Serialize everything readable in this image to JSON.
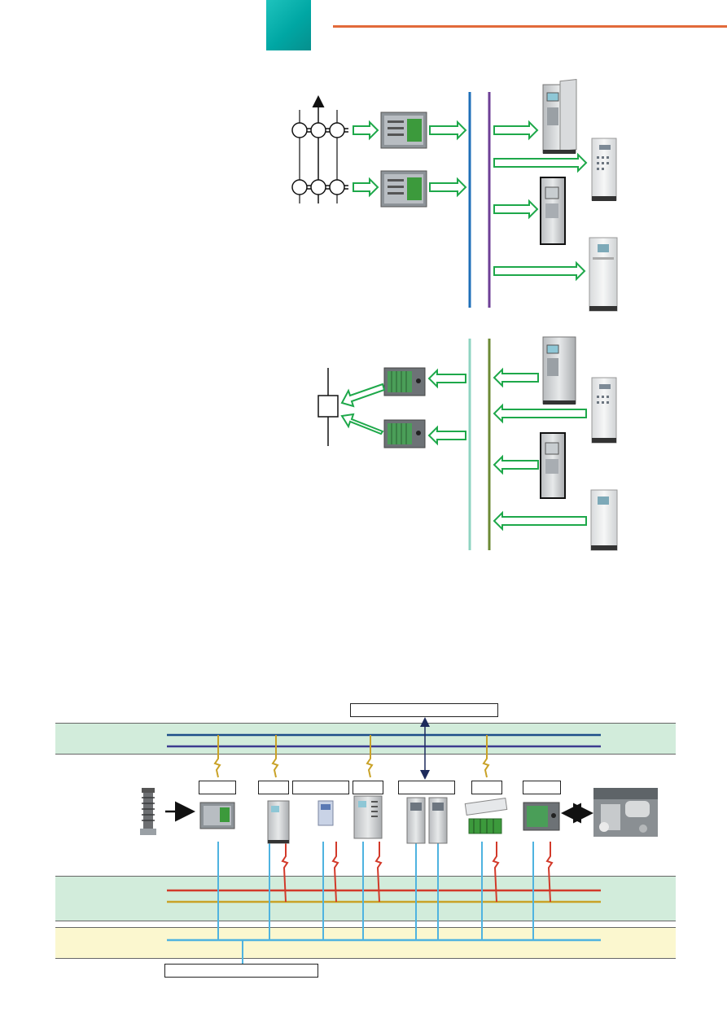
{
  "page": {
    "colors": {
      "accent": "#00a7a4",
      "header_rule": "#e26a3a",
      "arrow_green": "#1ea84a",
      "bus_blue": "#1f6fb8",
      "bus_purple": "#6e3f96",
      "bus_mint": "#8fd4c2",
      "bus_olive": "#6c8a34",
      "network_navy": "#1d4e89",
      "network_indigo": "#3d3c8f",
      "link_cyan": "#4fb3e0",
      "link_red": "#d23a2a",
      "link_gold": "#c9a227",
      "band_green": "#d2ecdb",
      "band_yellow": "#fbf7cf"
    },
    "diagram_top": {
      "label": "",
      "nodes": [
        "current-transformer-1",
        "current-transformer-2",
        "merging-unit-1",
        "merging-unit-2",
        "process-bus",
        "station-bus",
        "protection-cabinet-1",
        "protection-cabinet-2",
        "protection-cabinet-3",
        "protection-cabinet-4"
      ]
    },
    "diagram_middle": {
      "label": "",
      "nodes": [
        "breaker",
        "io-unit-1",
        "io-unit-2",
        "bus-mint",
        "bus-olive",
        "cabinet-5",
        "cabinet-6",
        "cabinet-7",
        "cabinet-8"
      ]
    },
    "diagram_bottom": {
      "top_box_label": "",
      "bottom_box_label": "",
      "device_labels": [
        "",
        "",
        "",
        "",
        "",
        "",
        ""
      ],
      "band_labels": {
        "station_network": "",
        "process_network": "",
        "time_sync": ""
      }
    }
  }
}
